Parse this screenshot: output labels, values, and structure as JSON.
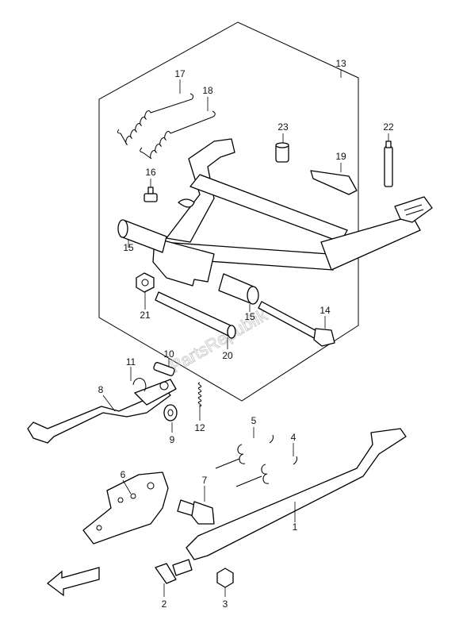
{
  "callouts": [
    {
      "id": "1",
      "text": "1"
    },
    {
      "id": "2",
      "text": "2"
    },
    {
      "id": "3",
      "text": "3"
    },
    {
      "id": "4",
      "text": "4"
    },
    {
      "id": "5",
      "text": "5"
    },
    {
      "id": "6",
      "text": "6"
    },
    {
      "id": "7",
      "text": "7"
    },
    {
      "id": "8",
      "text": "8"
    },
    {
      "id": "9",
      "text": "9"
    },
    {
      "id": "10",
      "text": "10"
    },
    {
      "id": "11",
      "text": "11"
    },
    {
      "id": "12",
      "text": "12"
    },
    {
      "id": "13",
      "text": "13"
    },
    {
      "id": "14",
      "text": "14"
    },
    {
      "id": "15a",
      "text": "15"
    },
    {
      "id": "15b",
      "text": "15"
    },
    {
      "id": "16",
      "text": "16"
    },
    {
      "id": "17",
      "text": "17"
    },
    {
      "id": "18",
      "text": "18"
    },
    {
      "id": "19",
      "text": "19"
    },
    {
      "id": "20",
      "text": "20"
    },
    {
      "id": "21",
      "text": "21"
    },
    {
      "id": "22",
      "text": "22"
    },
    {
      "id": "23",
      "text": "23"
    }
  ],
  "watermark": "PartsRepublik",
  "direction_arrow": "front-direction-arrow"
}
